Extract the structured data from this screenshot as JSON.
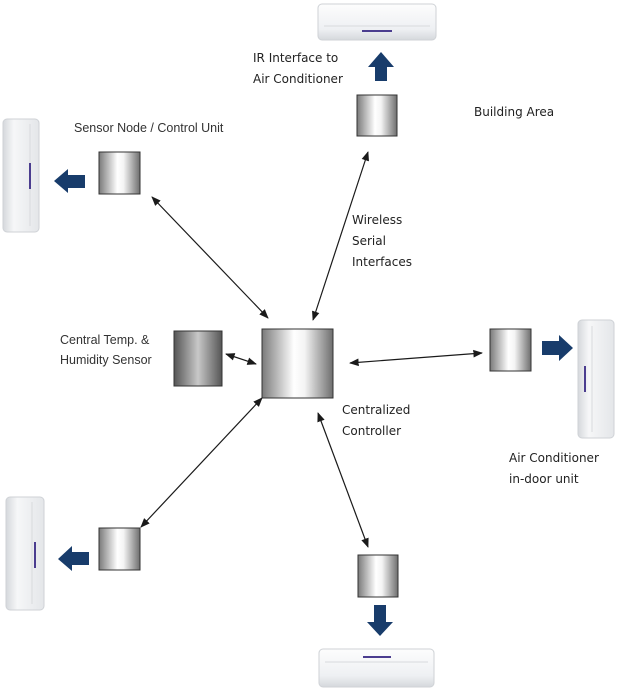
{
  "labels": {
    "ir_interface": [
      "IR Interface to",
      "Air Conditioner"
    ],
    "building_area": "Building Area",
    "sensor_node": "Sensor Node / Control Unit",
    "wireless": [
      "Wireless",
      "Serial",
      "Interfaces"
    ],
    "central_sensor": [
      "Central Temp. &",
      "Humidity Sensor"
    ],
    "centralized_controller": [
      "Centralized",
      "Controller"
    ],
    "ac_indoor": [
      "Air Conditioner",
      "in-door unit"
    ]
  },
  "colors": {
    "arrow_fill": "#183c6b",
    "line": "#1a1a1a",
    "box_border": "#333333",
    "ac_body": "#f2f3f5",
    "ac_stripe": "#4b3d8f"
  }
}
